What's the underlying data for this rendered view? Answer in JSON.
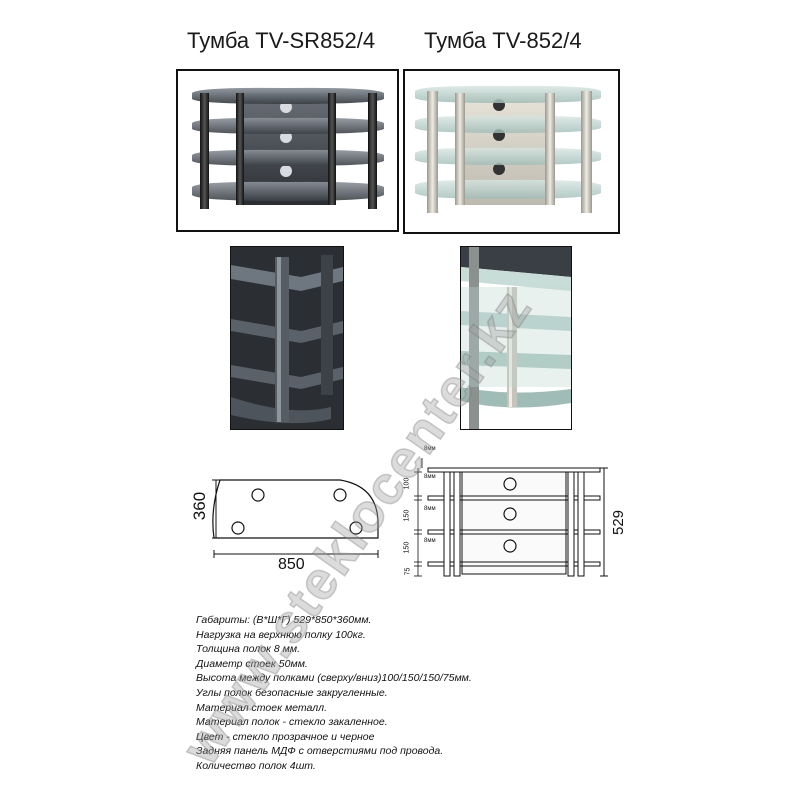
{
  "titles": {
    "left": "Тумба TV-SR852/4",
    "right": "Тумба TV-852/4"
  },
  "top_view": {
    "depth": "360",
    "width": "850"
  },
  "front_view": {
    "glass_labels": [
      "8мм",
      "8мм",
      "8мм",
      "8мм"
    ],
    "gaps": [
      "100",
      "150",
      "150",
      "75"
    ],
    "height": "529"
  },
  "specs": [
    "Габариты: (В*Ш*Г) 529*850*360мм.",
    "Нагрузка на верхнюю полку 100кг.",
    "Толщина полок 8 мм.",
    "Диаметр стоек 50мм.",
    "Высота между полками (сверху/вниз)100/150/150/75мм.",
    "Углы полок безопасные закругленные.",
    "Материал стоек металл.",
    "Материал  полок - стекло закаленное.",
    "Цвет - стекло прозрачное и черное",
    "Задняя панель МДФ с отверстиями под провода.",
    "Количество полок 4шт."
  ],
  "watermark": "www.steklocenter.kz",
  "colors": {
    "black_glass": "#3a3e44",
    "clear_glass": "#b9cfcb",
    "steel": "#c9c6bd"
  }
}
